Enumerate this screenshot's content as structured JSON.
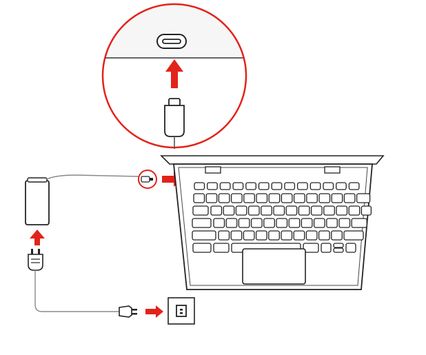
{
  "diagram": {
    "description_visible_text": "",
    "colors": {
      "accent_red": "#e2231a",
      "line_dark": "#333333",
      "line_gray": "#8a8a8a",
      "fill_light": "#f4f4f4",
      "background": "#ffffff"
    },
    "icons": {
      "zoom_callout": "magnify-circle",
      "usb_c_port": "usb-c-port",
      "usb_c_plug": "usb-c-plug",
      "power_adapter": "ac-adapter",
      "ac_plug": "ac-plug",
      "wall_outlet": "wall-outlet",
      "laptop": "laptop"
    },
    "steps": [
      {
        "name": "connect-usb-c-to-port"
      },
      {
        "name": "connect-cable-to-adapter"
      },
      {
        "name": "plug-into-outlet"
      }
    ]
  }
}
